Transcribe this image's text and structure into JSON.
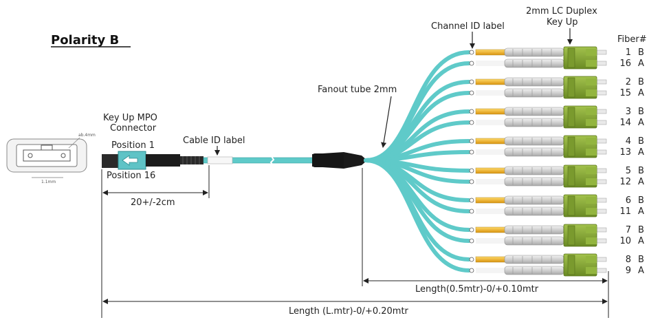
{
  "title": "Polarity B",
  "labels": {
    "mpo_connector": [
      "Key Up MPO",
      "Connector"
    ],
    "position_1": "Position 1",
    "position_16": "Position 16",
    "cable_id": "Cable ID label",
    "fanout_tube": "Fanout tube 2mm",
    "channel_id": "Channel ID label",
    "lc_duplex": [
      "2mm LC Duplex",
      "Key Up"
    ],
    "fiber_header": "Fiber#"
  },
  "dimensions": {
    "pigtail": "20+/-2cm",
    "fanout_length": "Length(0.5mtr)-0/+0.10mtr",
    "total_length": "Length (L.mtr)-0/+0.20mtr"
  },
  "face_view": {
    "width_label": "ab.4mm",
    "key_label": "1.1mm"
  },
  "fibers": [
    {
      "top": {
        "num": "1",
        "pol": "B"
      },
      "bottom": {
        "num": "16",
        "pol": "A"
      }
    },
    {
      "top": {
        "num": "2",
        "pol": "B"
      },
      "bottom": {
        "num": "15",
        "pol": "A"
      }
    },
    {
      "top": {
        "num": "3",
        "pol": "B"
      },
      "bottom": {
        "num": "14",
        "pol": "A"
      }
    },
    {
      "top": {
        "num": "4",
        "pol": "B"
      },
      "bottom": {
        "num": "13",
        "pol": "A"
      }
    },
    {
      "top": {
        "num": "5",
        "pol": "B"
      },
      "bottom": {
        "num": "12",
        "pol": "A"
      }
    },
    {
      "top": {
        "num": "6",
        "pol": "B"
      },
      "bottom": {
        "num": "11",
        "pol": "A"
      }
    },
    {
      "top": {
        "num": "7",
        "pol": "B"
      },
      "bottom": {
        "num": "10",
        "pol": "A"
      }
    },
    {
      "top": {
        "num": "8",
        "pol": "B"
      },
      "bottom": {
        "num": "9",
        "pol": "A"
      }
    }
  ],
  "colors": {
    "cable": "#5fcac9",
    "connector_body": "#85a837",
    "boot": "#d9d9d9",
    "ferrule": "#f3b52a",
    "fanout_body": "#161616"
  }
}
